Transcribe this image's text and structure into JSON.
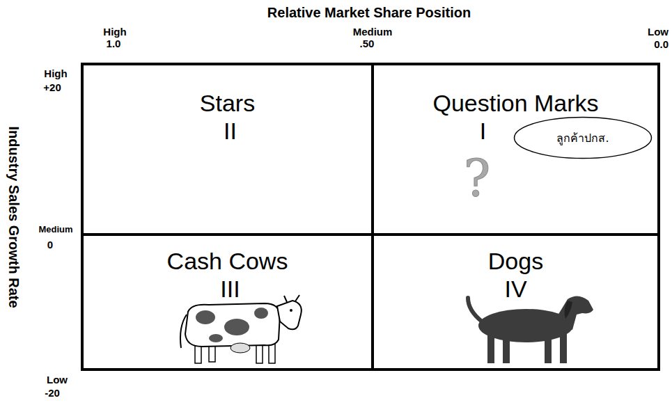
{
  "diagram": {
    "title": "Relative Market Share Position",
    "nodes": [
      {
        "text": [
          "Stars",
          "II"
        ]
      },
      {
        "text": [
          "Question Marks",
          "I"
        ]
      },
      {
        "text": [
          "ลูกค้าปกส."
        ],
        "in": 1
      },
      {
        "text": [
          "Cash Cows",
          "III"
        ]
      },
      {
        "text": [
          "Dogs",
          "IV"
        ]
      }
    ],
    "labels": [
      "High",
      "1.0",
      "Medium",
      ".50",
      "Low",
      "0.0",
      "High",
      "+20",
      "Medium",
      "0",
      "Low",
      "-20",
      "Industry Sales Growth Rate",
      "?"
    ]
  }
}
